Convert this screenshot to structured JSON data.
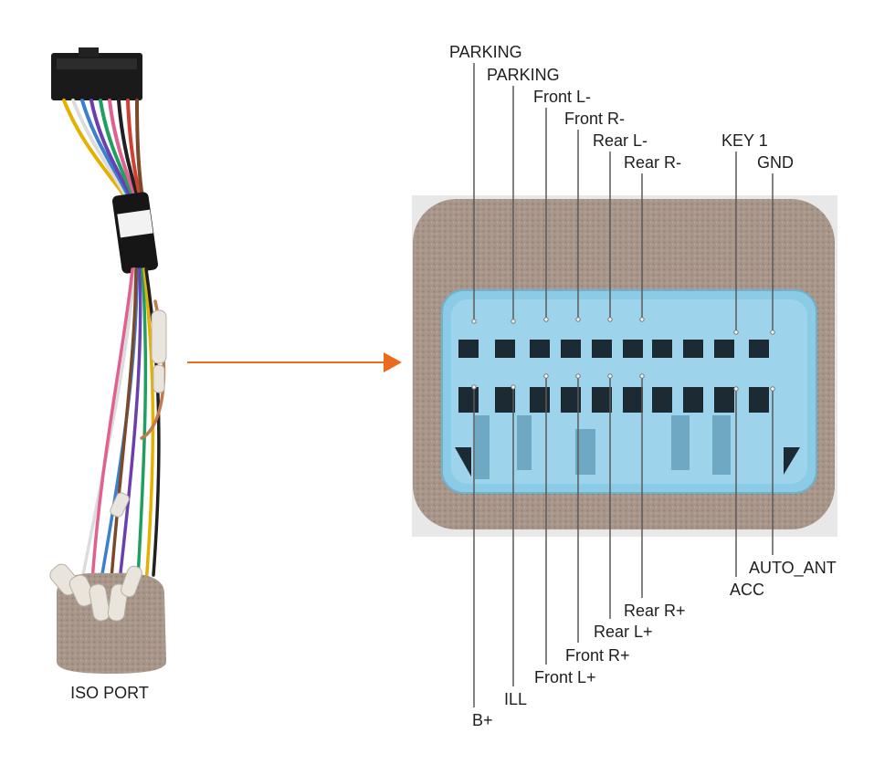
{
  "colors": {
    "arrow": "#ea6b1e",
    "foam": "#a8968a",
    "connector_blue": "#8ccbe6",
    "leader_line": "#5a5a5a",
    "text": "#1e1e1e"
  },
  "left_caption": "ISO PORT",
  "top_labels": [
    "PARKING",
    "PARKING",
    "Front L-",
    "Front R-",
    "Rear  L-",
    "Rear  R-",
    "KEY 1",
    "GND"
  ],
  "bottom_labels": [
    "B+",
    "ILL",
    "Front L+",
    "Front R+",
    "Rear L+",
    "Rear R+",
    "ACC",
    "AUTO_ANT"
  ]
}
